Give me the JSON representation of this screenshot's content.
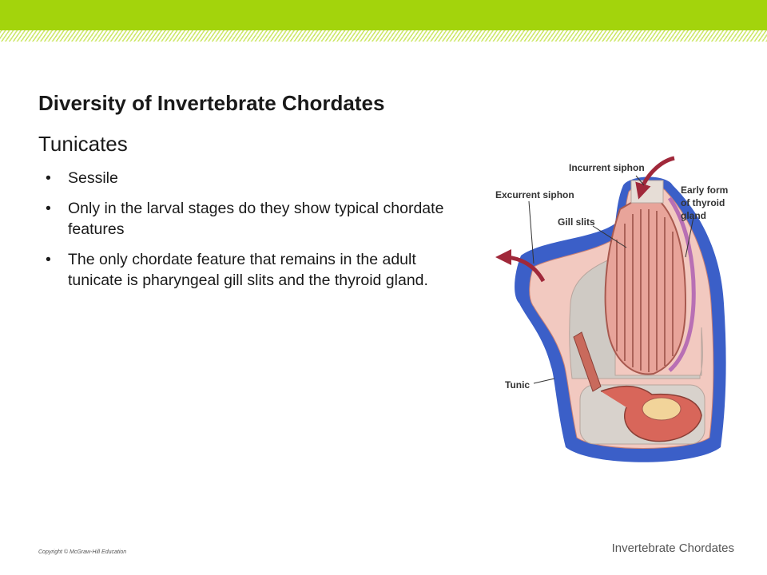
{
  "slide": {
    "title": "Diversity of Invertebrate Chordates",
    "subtitle": "Tunicates",
    "bullets": [
      "Sessile",
      "Only in the larval stages do they show typical chordate features",
      "The only chordate feature that remains in the adult tunicate is pharyngeal gill slits and the thyroid gland."
    ]
  },
  "figure": {
    "labels": {
      "incurrent_siphon": "Incurrent siphon",
      "excurrent_siphon": "Excurrent siphon",
      "gill_slits": "Gill slits",
      "early_form_1": "Early form",
      "early_form_2": "of thyroid",
      "early_form_3": "gland",
      "tunic": "Tunic"
    }
  },
  "footer": {
    "copyright": "Copyright © McGraw-Hill Education",
    "section": "Invertebrate Chordates"
  },
  "colors": {
    "accent_green": "#a3d40c",
    "tunic_blue": "#3b5fc8",
    "tissue_pink": "#e8a49a",
    "arrow_red": "#a0283a"
  }
}
